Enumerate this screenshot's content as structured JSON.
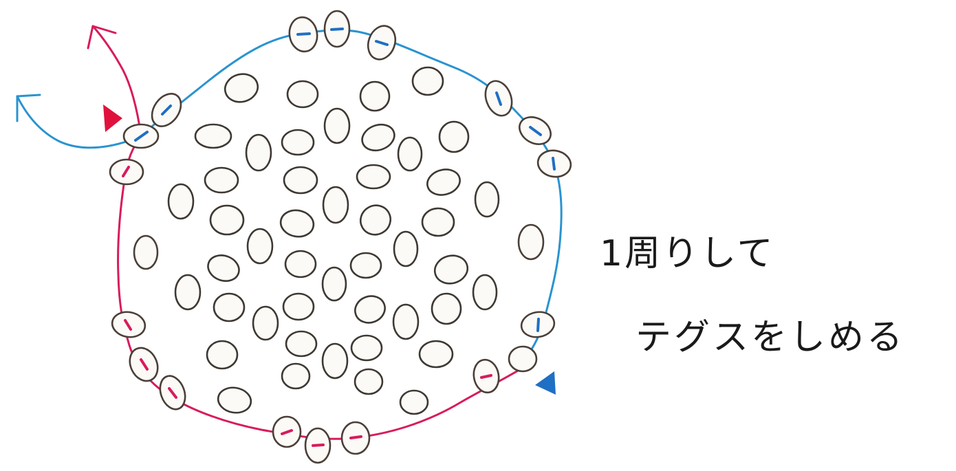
{
  "caption": {
    "line1": "1周りして",
    "line2": "テグスをしめる"
  },
  "colors": {
    "thread_left_side": "#d81b5c",
    "thread_right_side": "#2a93d0",
    "bead_outline": "#3e3833",
    "caption_text": "#1a1a1a"
  },
  "icons": {
    "start_marker_red": "triangle-right",
    "start_marker_blue": "triangle-left",
    "thread_end_red": "arrow-up",
    "thread_end_blue": "arrow-left"
  }
}
